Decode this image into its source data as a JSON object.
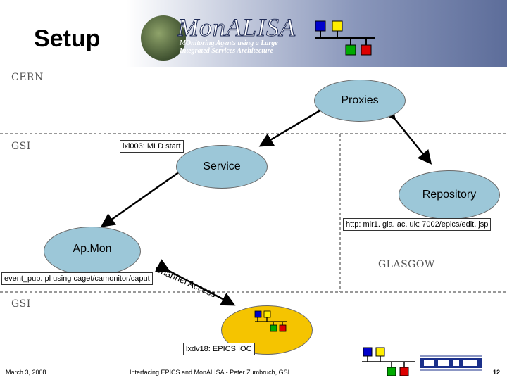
{
  "slide": {
    "title": "Setup",
    "logo": {
      "name": "MonALISA",
      "subtitle_line1": "MOnitoring Agents using a Large",
      "subtitle_line2": "Integrated Services Architecture"
    }
  },
  "regions": {
    "cern": "CERN",
    "gsi_top": "GSI",
    "glasgow": "GLASGOW",
    "gsi_bottom": "GSI"
  },
  "nodes": {
    "proxies": "Proxies",
    "service": "Service",
    "repository": "Repository",
    "apmon": "Ap.Mon"
  },
  "labels": {
    "lxi003": "lxi003: MLD start",
    "repo_url": "http: mlr1. gla. ac. uk: 7002/epics/edit. jsp",
    "event_pub": "event_pub. pl using caget/camonitor/caput",
    "channel_access": "Channel Access",
    "ioc": "lxdv18: EPICS IOC"
  },
  "footer": {
    "date": "March 3, 2008",
    "center": "Interfacing EPICS and MonALISA - Peter Zumbruch, GSI",
    "page": "12"
  },
  "colors": {
    "oval_fill": "#9cc7d8",
    "ioc_fill": "#f5c400",
    "network_blue": "#0000cc",
    "network_yellow": "#ffee00",
    "network_green": "#00aa00",
    "network_red": "#dd0000",
    "gsi_logo_blue": "#1a2f8a"
  }
}
